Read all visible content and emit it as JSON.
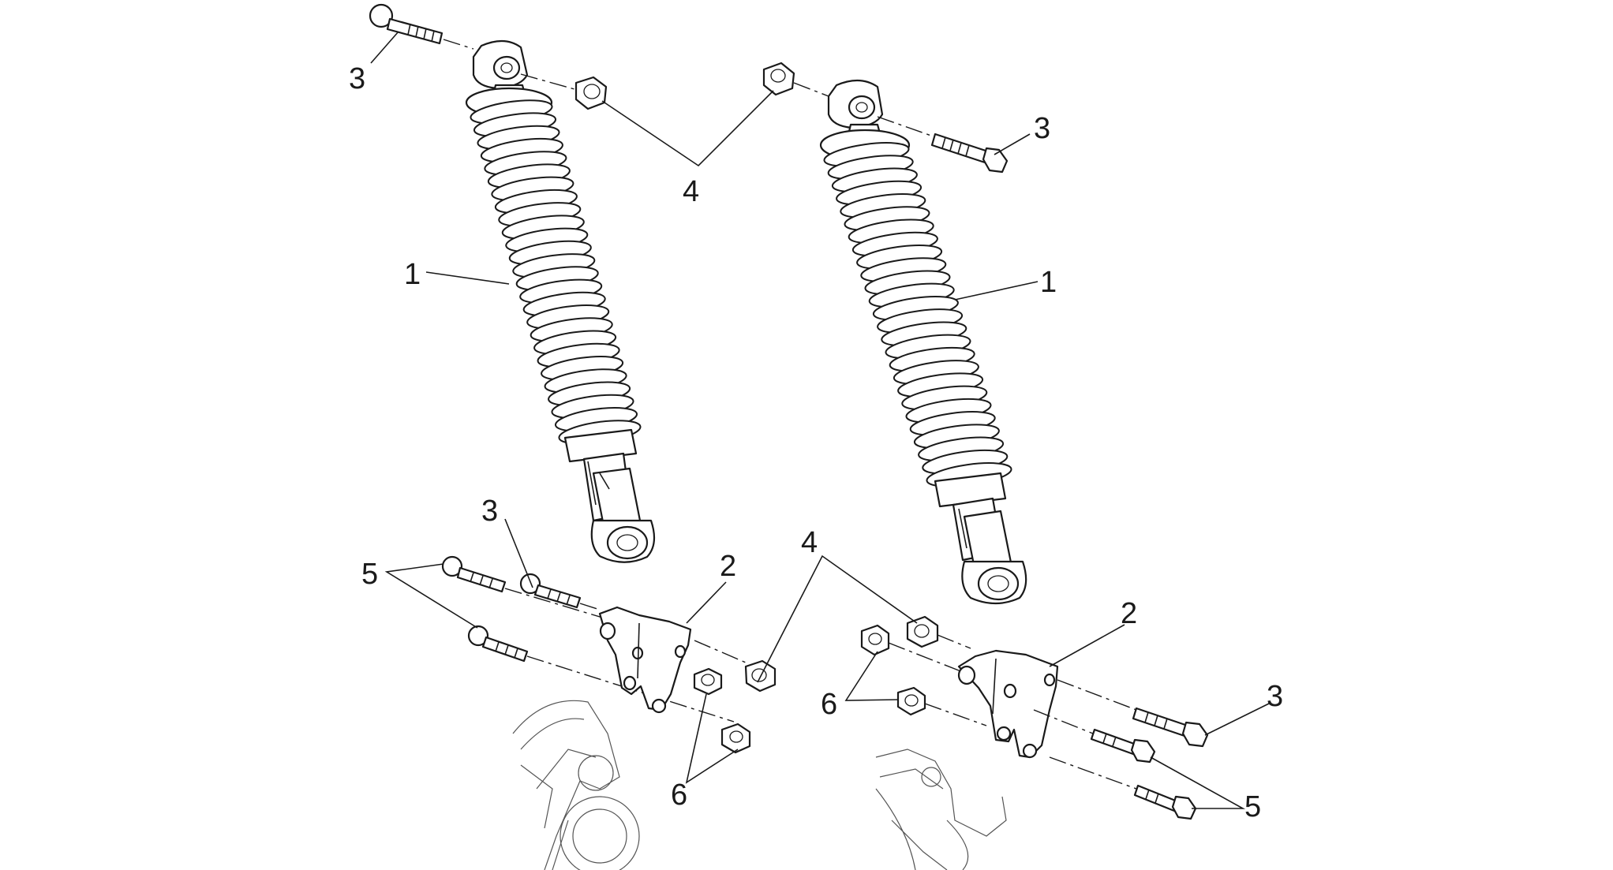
{
  "diagram": {
    "type": "exploded-parts-diagram",
    "subject": "rear shock absorbers",
    "callouts": [
      {
        "id": "c1",
        "label": "3"
      },
      {
        "id": "c2",
        "label": "4"
      },
      {
        "id": "c3",
        "label": "3"
      },
      {
        "id": "c4",
        "label": "1"
      },
      {
        "id": "c5",
        "label": "1"
      },
      {
        "id": "c6",
        "label": "3"
      },
      {
        "id": "c7",
        "label": "5"
      },
      {
        "id": "c8",
        "label": "2"
      },
      {
        "id": "c9",
        "label": "4"
      },
      {
        "id": "c10",
        "label": "2"
      },
      {
        "id": "c11",
        "label": "6"
      },
      {
        "id": "c12",
        "label": "6"
      },
      {
        "id": "c13",
        "label": "3"
      },
      {
        "id": "c14",
        "label": "5"
      }
    ]
  }
}
